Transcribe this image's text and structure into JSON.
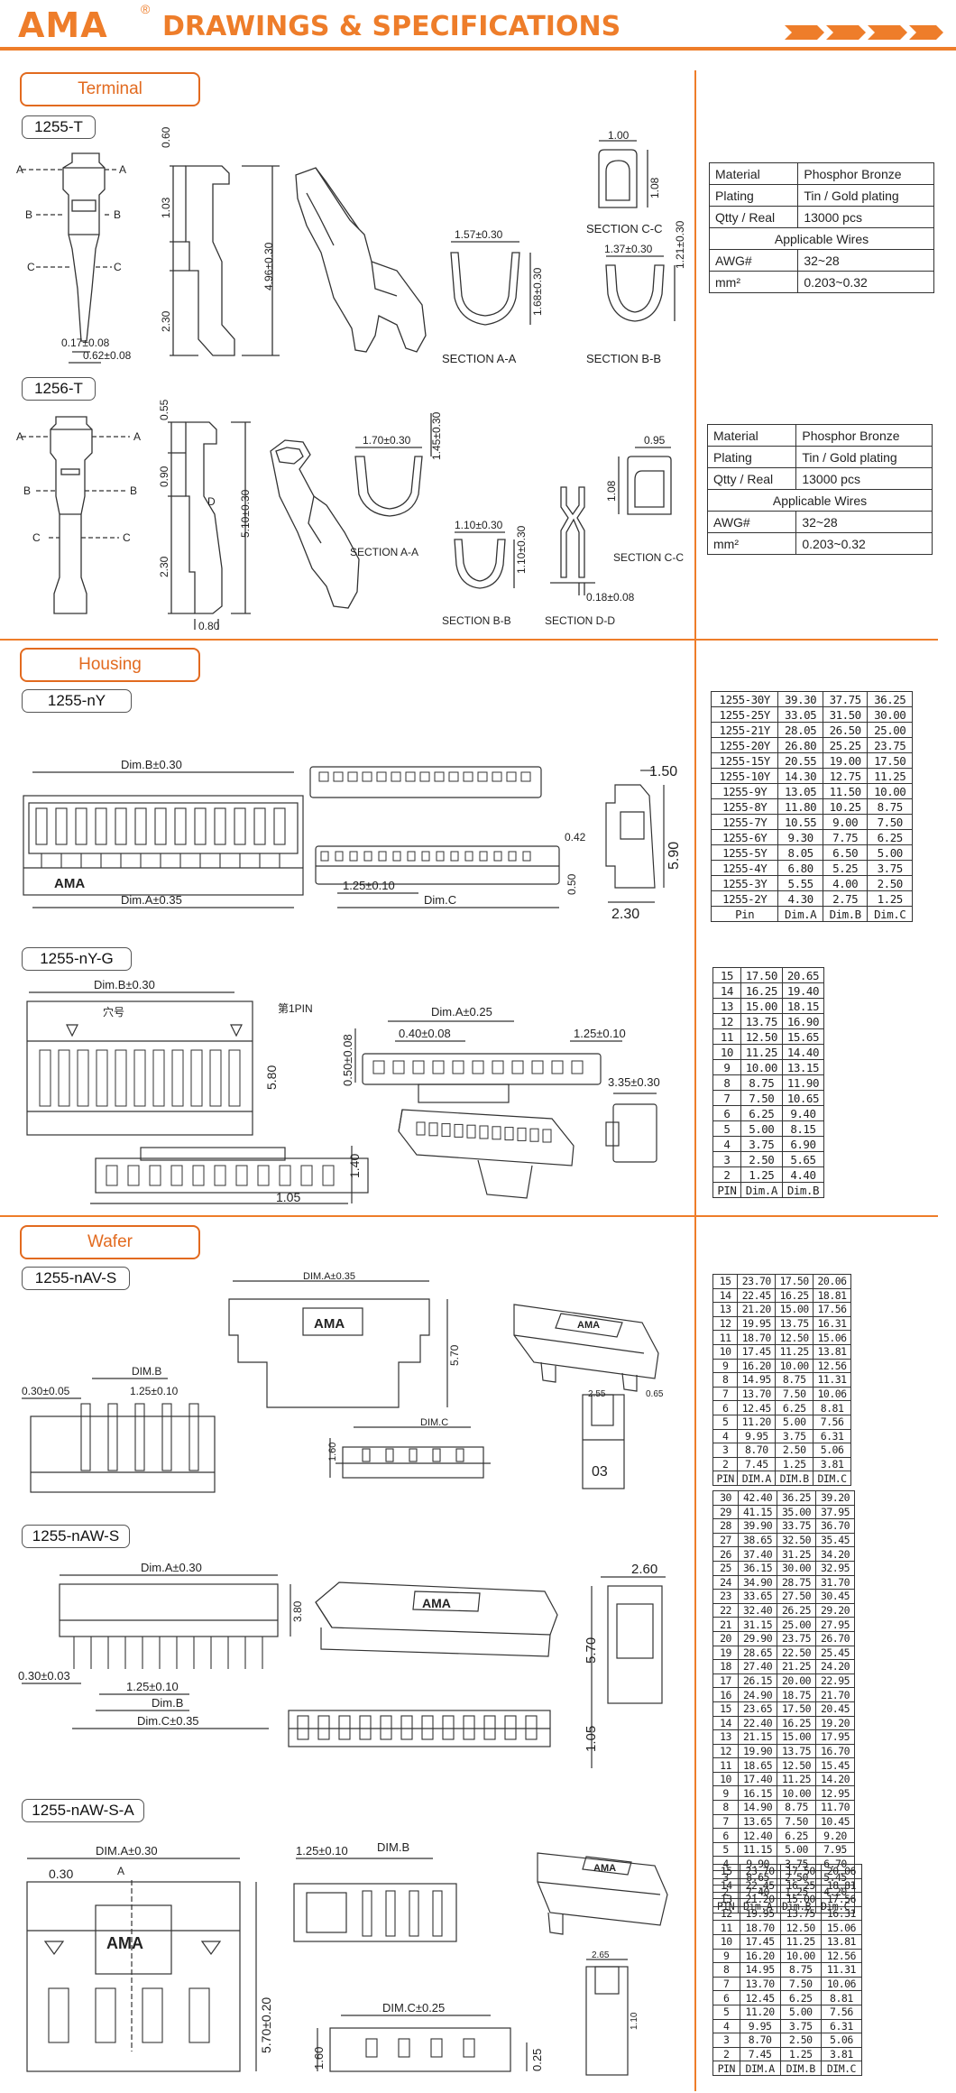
{
  "header": {
    "brand": "AMA",
    "registered": "®",
    "title": "DRAWINGS & SPECIFICATIONS",
    "accent_color": "#ee7d2a"
  },
  "sections": {
    "terminal": "Terminal",
    "housing": "Housing",
    "wafer": "Wafer"
  },
  "parts": {
    "t1255": "1255-T",
    "t1256": "1256-T",
    "h_ny": "1255-nY",
    "h_nyg": "1255-nY-G",
    "w_nav": "1255-nAV-S",
    "w_naw": "1255-nAW-S",
    "w_nawa": "1255-nAW-S-A"
  },
  "drawing_labels": {
    "t1255": {
      "a_left": "A",
      "a_right": "A",
      "b_left": "B",
      "b_right": "B",
      "c_left": "C",
      "c_right": "C",
      "d017": "0.17±0.08",
      "d062": "0.62±0.08",
      "d060": "0.60",
      "d103": "1.03",
      "d230": "2.30",
      "d496": "4.96±0.30",
      "d100": "1.00",
      "d108": "1.08",
      "sec_cc": "SECTION C-C",
      "d157": "1.57±0.30",
      "d168": "1.68±0.30",
      "sec_aa": "SECTION A-A",
      "d137": "1.37±0.30",
      "d121": "1.21±0.30",
      "sec_bb": "SECTION B-B"
    },
    "t1256": {
      "a_left": "A",
      "a_right": "A",
      "b_left": "B",
      "b_right": "B",
      "c_left": "C",
      "c_right": "C",
      "d055": "0.55",
      "d090": "0.90",
      "d230": "2.30",
      "d510": "5.10±0.30",
      "d080": "0.80",
      "dD": "D",
      "d170": "1.70±0.30",
      "d145": "1.45±0.30",
      "sec_aa": "SECTION A-A",
      "d110w": "1.10±0.30",
      "d110h": "1.10±0.30",
      "sec_bb": "SECTION B-B",
      "sec_dd": "SECTION D-D",
      "d018": "0.18±0.08",
      "d095": "0.95",
      "d108": "1.08",
      "sec_cc": "SECTION C-C"
    },
    "h_ny": {
      "dimb": "Dim.B±0.30",
      "dima": "Dim.A±0.35",
      "logo": "AMA",
      "d125": "1.25±0.10",
      "dimc": "Dim.C",
      "d042": "0.42",
      "d050": "0.50",
      "d150": "1.50",
      "d590": "5.90",
      "d230": "2.30"
    },
    "h_nyg": {
      "dimb": "Dim.B±0.30",
      "cn1": "穴号",
      "pin1": "第1PIN",
      "d580": "5.80",
      "d140": "1.40",
      "d105": "1.05",
      "d050": "0.50±0.08",
      "dima": "Dim.A±0.25",
      "d040": "0.40±0.08",
      "d125": "1.25±0.10",
      "d335": "3.35±0.30"
    },
    "w_nav": {
      "dima": "DIM.A±0.35",
      "logo": "AMA",
      "d570": "5.70",
      "dimb": "DIM.B",
      "d030": "0.30±0.05",
      "d125": "1.25±0.10",
      "dimc": "DIM.C",
      "d160": "1.60",
      "d255": "2.55",
      "d065": "0.65",
      "mark": "03",
      "logo2": "AMA"
    },
    "w_naw": {
      "dima": "Dim.A±0.30",
      "d380": "3.80",
      "d030": "0.30±0.03",
      "d125": "1.25±0.10",
      "dimb": "Dim.B",
      "dimc": "Dim.C±0.35",
      "logo": "AMA",
      "d260": "2.60",
      "d570": "5.70",
      "d105": "1.05"
    },
    "w_nawa": {
      "dima": "DIM.A±0.30",
      "d030": "0.30",
      "a_mark": "A",
      "logo": "AMA",
      "d570": "5.70±0.20",
      "d125": "1.25±0.10",
      "dimb": "DIM.B",
      "dimc": "DIM.C±0.25",
      "d160": "1.60",
      "d025": "0.25",
      "logo2": "AMA",
      "d265": "2.65",
      "d110": "1.10"
    }
  },
  "spec_1255T": {
    "material_label": "Material",
    "material": "Phosphor Bronze",
    "plating_label": "Plating",
    "plating": "Tin / Gold plating",
    "qty_label": "Qtty / Real",
    "qty": "13000 pcs",
    "wires_label": "Applicable Wires",
    "awg_label": "AWG#",
    "awg": "32~28",
    "mm_label": "mm²",
    "mm": "0.203~0.32"
  },
  "spec_1256T": {
    "material_label": "Material",
    "material": "Phosphor Bronze",
    "plating_label": "Plating",
    "plating": "Tin / Gold plating",
    "qty_label": "Qtty / Real",
    "qty": "13000 pcs",
    "wires_label": "Applicable Wires",
    "awg_label": "AWG#",
    "awg": "32~28",
    "mm_label": "mm²",
    "mm": "0.203~0.32"
  },
  "table_ny": {
    "rows": [
      [
        "1255-30Y",
        "39.30",
        "37.75",
        "36.25"
      ],
      [
        "1255-25Y",
        "33.05",
        "31.50",
        "30.00"
      ],
      [
        "1255-21Y",
        "28.05",
        "26.50",
        "25.00"
      ],
      [
        "1255-20Y",
        "26.80",
        "25.25",
        "23.75"
      ],
      [
        "1255-15Y",
        "20.55",
        "19.00",
        "17.50"
      ],
      [
        "1255-10Y",
        "14.30",
        "12.75",
        "11.25"
      ],
      [
        "1255-9Y",
        "13.05",
        "11.50",
        "10.00"
      ],
      [
        "1255-8Y",
        "11.80",
        "10.25",
        "8.75"
      ],
      [
        "1255-7Y",
        "10.55",
        "9.00",
        "7.50"
      ],
      [
        "1255-6Y",
        "9.30",
        "7.75",
        "6.25"
      ],
      [
        "1255-5Y",
        "8.05",
        "6.50",
        "5.00"
      ],
      [
        "1255-4Y",
        "6.80",
        "5.25",
        "3.75"
      ],
      [
        "1255-3Y",
        "5.55",
        "4.00",
        "2.50"
      ],
      [
        "1255-2Y",
        "4.30",
        "2.75",
        "1.25"
      ],
      [
        "Pin",
        "Dim.A",
        "Dim.B",
        "Dim.C"
      ]
    ]
  },
  "table_nyg": {
    "rows": [
      [
        "15",
        "17.50",
        "20.65"
      ],
      [
        "14",
        "16.25",
        "19.40"
      ],
      [
        "13",
        "15.00",
        "18.15"
      ],
      [
        "12",
        "13.75",
        "16.90"
      ],
      [
        "11",
        "12.50",
        "15.65"
      ],
      [
        "10",
        "11.25",
        "14.40"
      ],
      [
        "9",
        "10.00",
        "13.15"
      ],
      [
        "8",
        "8.75",
        "11.90"
      ],
      [
        "7",
        "7.50",
        "10.65"
      ],
      [
        "6",
        "6.25",
        "9.40"
      ],
      [
        "5",
        "5.00",
        "8.15"
      ],
      [
        "4",
        "3.75",
        "6.90"
      ],
      [
        "3",
        "2.50",
        "5.65"
      ],
      [
        "2",
        "1.25",
        "4.40"
      ],
      [
        "PIN",
        "Dim.A",
        "Dim.B"
      ]
    ]
  },
  "table_nav": {
    "rows": [
      [
        "15",
        "23.70",
        "17.50",
        "20.06"
      ],
      [
        "14",
        "22.45",
        "16.25",
        "18.81"
      ],
      [
        "13",
        "21.20",
        "15.00",
        "17.56"
      ],
      [
        "12",
        "19.95",
        "13.75",
        "16.31"
      ],
      [
        "11",
        "18.70",
        "12.50",
        "15.06"
      ],
      [
        "10",
        "17.45",
        "11.25",
        "13.81"
      ],
      [
        "9",
        "16.20",
        "10.00",
        "12.56"
      ],
      [
        "8",
        "14.95",
        "8.75",
        "11.31"
      ],
      [
        "7",
        "13.70",
        "7.50",
        "10.06"
      ],
      [
        "6",
        "12.45",
        "6.25",
        "8.81"
      ],
      [
        "5",
        "11.20",
        "5.00",
        "7.56"
      ],
      [
        "4",
        "9.95",
        "3.75",
        "6.31"
      ],
      [
        "3",
        "8.70",
        "2.50",
        "5.06"
      ],
      [
        "2",
        "7.45",
        "1.25",
        "3.81"
      ],
      [
        "PIN",
        "DIM.A",
        "DIM.B",
        "DIM.C"
      ]
    ]
  },
  "table_naw": {
    "rows": [
      [
        "30",
        "42.40",
        "36.25",
        "39.20"
      ],
      [
        "29",
        "41.15",
        "35.00",
        "37.95"
      ],
      [
        "28",
        "39.90",
        "33.75",
        "36.70"
      ],
      [
        "27",
        "38.65",
        "32.50",
        "35.45"
      ],
      [
        "26",
        "37.40",
        "31.25",
        "34.20"
      ],
      [
        "25",
        "36.15",
        "30.00",
        "32.95"
      ],
      [
        "24",
        "34.90",
        "28.75",
        "31.70"
      ],
      [
        "23",
        "33.65",
        "27.50",
        "30.45"
      ],
      [
        "22",
        "32.40",
        "26.25",
        "29.20"
      ],
      [
        "21",
        "31.15",
        "25.00",
        "27.95"
      ],
      [
        "20",
        "29.90",
        "23.75",
        "26.70"
      ],
      [
        "19",
        "28.65",
        "22.50",
        "25.45"
      ],
      [
        "18",
        "27.40",
        "21.25",
        "24.20"
      ],
      [
        "17",
        "26.15",
        "20.00",
        "22.95"
      ],
      [
        "16",
        "24.90",
        "18.75",
        "21.70"
      ],
      [
        "15",
        "23.65",
        "17.50",
        "20.45"
      ],
      [
        "14",
        "22.40",
        "16.25",
        "19.20"
      ],
      [
        "13",
        "21.15",
        "15.00",
        "17.95"
      ],
      [
        "12",
        "19.90",
        "13.75",
        "16.70"
      ],
      [
        "11",
        "18.65",
        "12.50",
        "15.45"
      ],
      [
        "10",
        "17.40",
        "11.25",
        "14.20"
      ],
      [
        "9",
        "16.15",
        "10.00",
        "12.95"
      ],
      [
        "8",
        "14.90",
        "8.75",
        "11.70"
      ],
      [
        "7",
        "13.65",
        "7.50",
        "10.45"
      ],
      [
        "6",
        "12.40",
        "6.25",
        "9.20"
      ],
      [
        "5",
        "11.15",
        "5.00",
        "7.95"
      ],
      [
        "4",
        "9.90",
        "3.75",
        "6.70"
      ],
      [
        "3",
        "8.65",
        "2.50",
        "5.45"
      ],
      [
        "2",
        "7.40",
        "1.25",
        "4.20"
      ],
      [
        "PIN",
        "Dim.A",
        "Dim.B",
        "Dim.C"
      ]
    ]
  },
  "table_nawa": {
    "rows": [
      [
        "15",
        "23.70",
        "17.50",
        "20.06"
      ],
      [
        "14",
        "22.45",
        "16.25",
        "18.81"
      ],
      [
        "13",
        "21.20",
        "15.00",
        "17.56"
      ],
      [
        "12",
        "19.95",
        "13.75",
        "16.31"
      ],
      [
        "11",
        "18.70",
        "12.50",
        "15.06"
      ],
      [
        "10",
        "17.45",
        "11.25",
        "13.81"
      ],
      [
        "9",
        "16.20",
        "10.00",
        "12.56"
      ],
      [
        "8",
        "14.95",
        "8.75",
        "11.31"
      ],
      [
        "7",
        "13.70",
        "7.50",
        "10.06"
      ],
      [
        "6",
        "12.45",
        "6.25",
        "8.81"
      ],
      [
        "5",
        "11.20",
        "5.00",
        "7.56"
      ],
      [
        "4",
        "9.95",
        "3.75",
        "6.31"
      ],
      [
        "3",
        "8.70",
        "2.50",
        "5.06"
      ],
      [
        "2",
        "7.45",
        "1.25",
        "3.81"
      ],
      [
        "PIN",
        "DIM.A",
        "DIM.B",
        "DIM.C"
      ]
    ]
  }
}
